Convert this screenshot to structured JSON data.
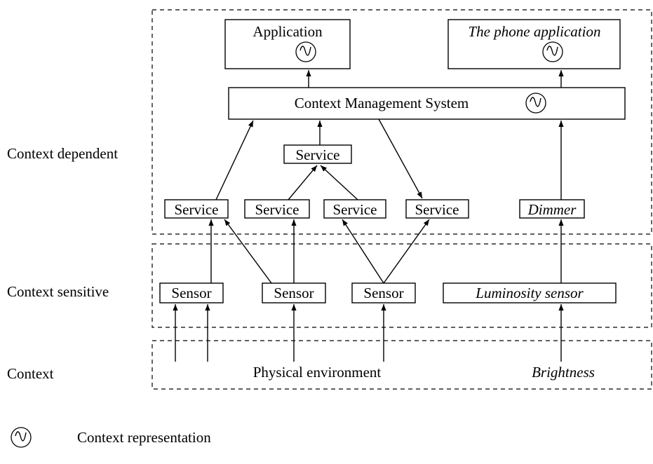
{
  "layers": {
    "dependent": "Context dependent",
    "sensitive": "Context sensitive",
    "context": "Context"
  },
  "top": {
    "application": "Application",
    "phone_application": "The phone application",
    "cms": "Context Management System"
  },
  "services": {
    "service": "Service",
    "dimmer": "Dimmer"
  },
  "sensors": {
    "sensor": "Sensor",
    "luminosity": "Luminosity sensor"
  },
  "environment": {
    "physical": "Physical environment",
    "brightness": "Brightness"
  },
  "legend": {
    "label": "Context representation",
    "icon": "sine-wave-in-circle-icon"
  }
}
